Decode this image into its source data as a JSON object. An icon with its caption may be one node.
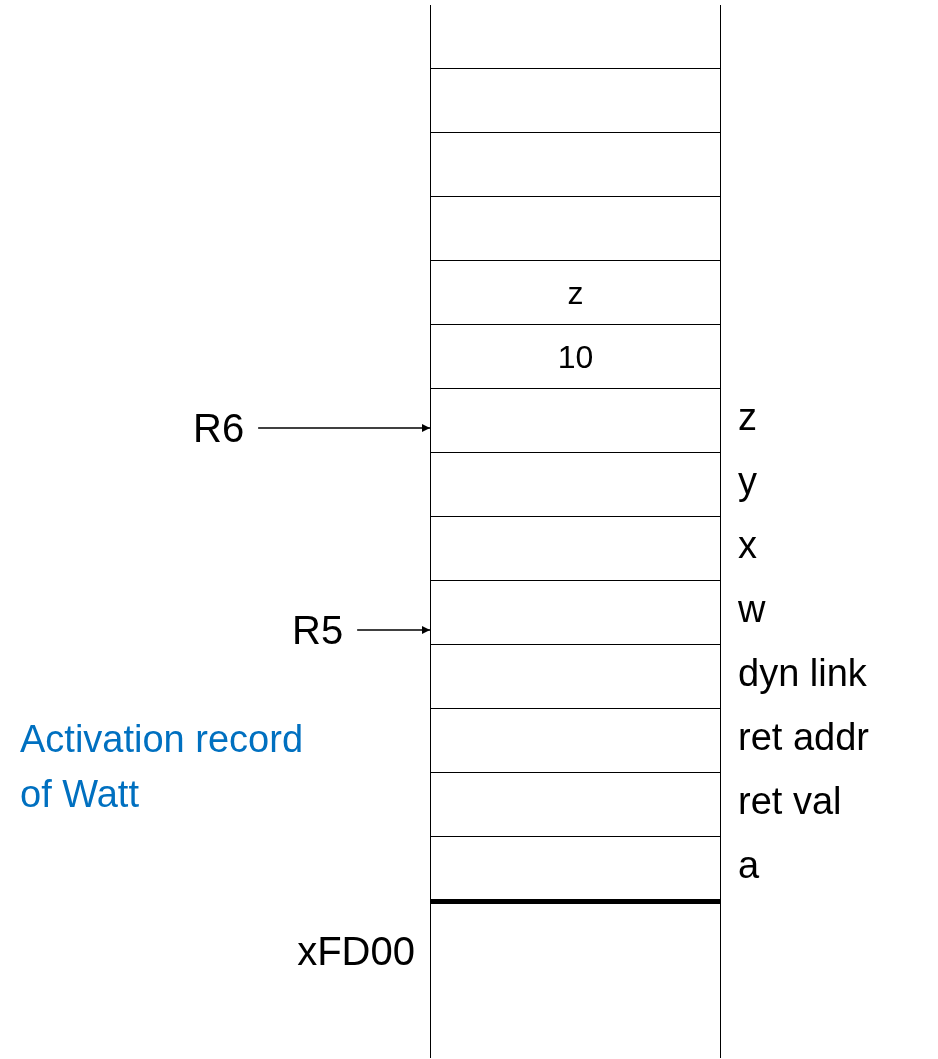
{
  "diagram": {
    "nodes": [
      {
        "text": [],
        "shape": "box"
      },
      {
        "text": [],
        "shape": "box"
      },
      {
        "text": [],
        "shape": "box"
      },
      {
        "text": [],
        "shape": "box"
      },
      {
        "text": [
          "z"
        ]
      },
      {
        "text": [
          "10"
        ]
      },
      {
        "text": [],
        "shape": "box",
        "beside": [
          "z"
        ]
      },
      {
        "text": [],
        "shape": "box",
        "beside": [
          "y"
        ]
      },
      {
        "text": [],
        "shape": "box",
        "beside": [
          "x"
        ]
      },
      {
        "text": [],
        "shape": "box",
        "beside": [
          "w"
        ]
      },
      {
        "text": [],
        "shape": "box",
        "beside": [
          "dyn link"
        ]
      },
      {
        "text": [],
        "shape": "box",
        "beside": [
          "ret addr"
        ]
      },
      {
        "text": [],
        "shape": "box",
        "beside": [
          "ret val"
        ]
      },
      {
        "text": [],
        "shape": "box",
        "beside": [
          "a"
        ]
      },
      {
        "text": [],
        "shape": "box"
      },
      {
        "text": [
          "R6"
        ]
      },
      {
        "text": [
          "R5"
        ]
      }
    ],
    "edges": [
      {
        "from": 15,
        "to": 6,
        "arrow": "to"
      },
      {
        "from": 16,
        "to": 9,
        "arrow": "to"
      }
    ],
    "labels": [
      "Activation record of Watt",
      "xFD00"
    ]
  }
}
